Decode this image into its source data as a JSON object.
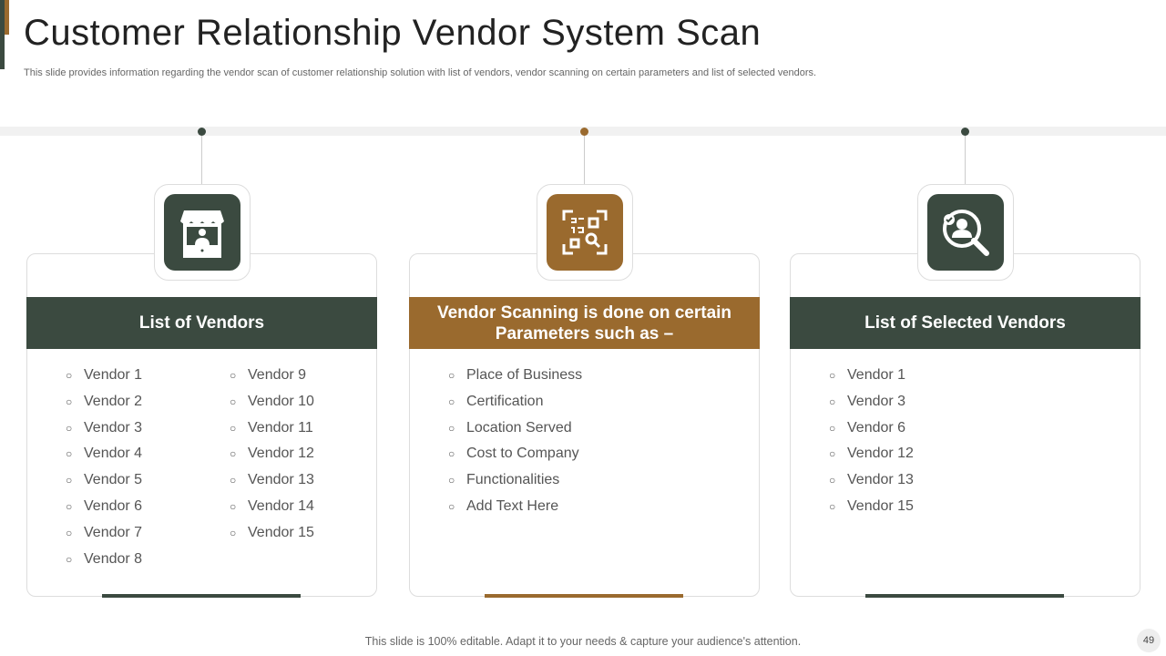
{
  "title": "Customer Relationship Vendor System Scan",
  "subtitle": "This slide provides information regarding the vendor scan of customer relationship solution with list of vendors, vendor scanning on certain parameters and list of selected vendors.",
  "colors": {
    "green": "#3b4a40",
    "brown": "#9a6a2e"
  },
  "cards": [
    {
      "icon": "vendor-stall-icon",
      "header": "List of Vendors",
      "col1": [
        "Vendor 1",
        "Vendor 2",
        "Vendor 3",
        "Vendor 4",
        "Vendor 5",
        "Vendor 6",
        "Vendor 7",
        "Vendor 8"
      ],
      "col2": [
        "Vendor 9",
        "Vendor 10",
        "Vendor 11",
        "Vendor 12",
        "Vendor 13",
        "Vendor 14",
        "Vendor 15"
      ]
    },
    {
      "icon": "qr-scan-icon",
      "header": "Vendor Scanning is done on certain Parameters such as –",
      "col1": [
        "Place of Business",
        "Certification",
        "Location Served",
        "Cost to Company",
        "Functionalities",
        "Add Text Here"
      ]
    },
    {
      "icon": "user-search-icon",
      "header": "List of Selected Vendors",
      "col1": [
        "Vendor 1",
        "Vendor 3",
        "Vendor 6",
        "Vendor 12",
        "Vendor 13",
        "Vendor 15"
      ]
    }
  ],
  "bullet": "○",
  "footer": "This slide is 100% editable. Adapt it to your needs & capture your audience's attention.",
  "page_number": "49"
}
